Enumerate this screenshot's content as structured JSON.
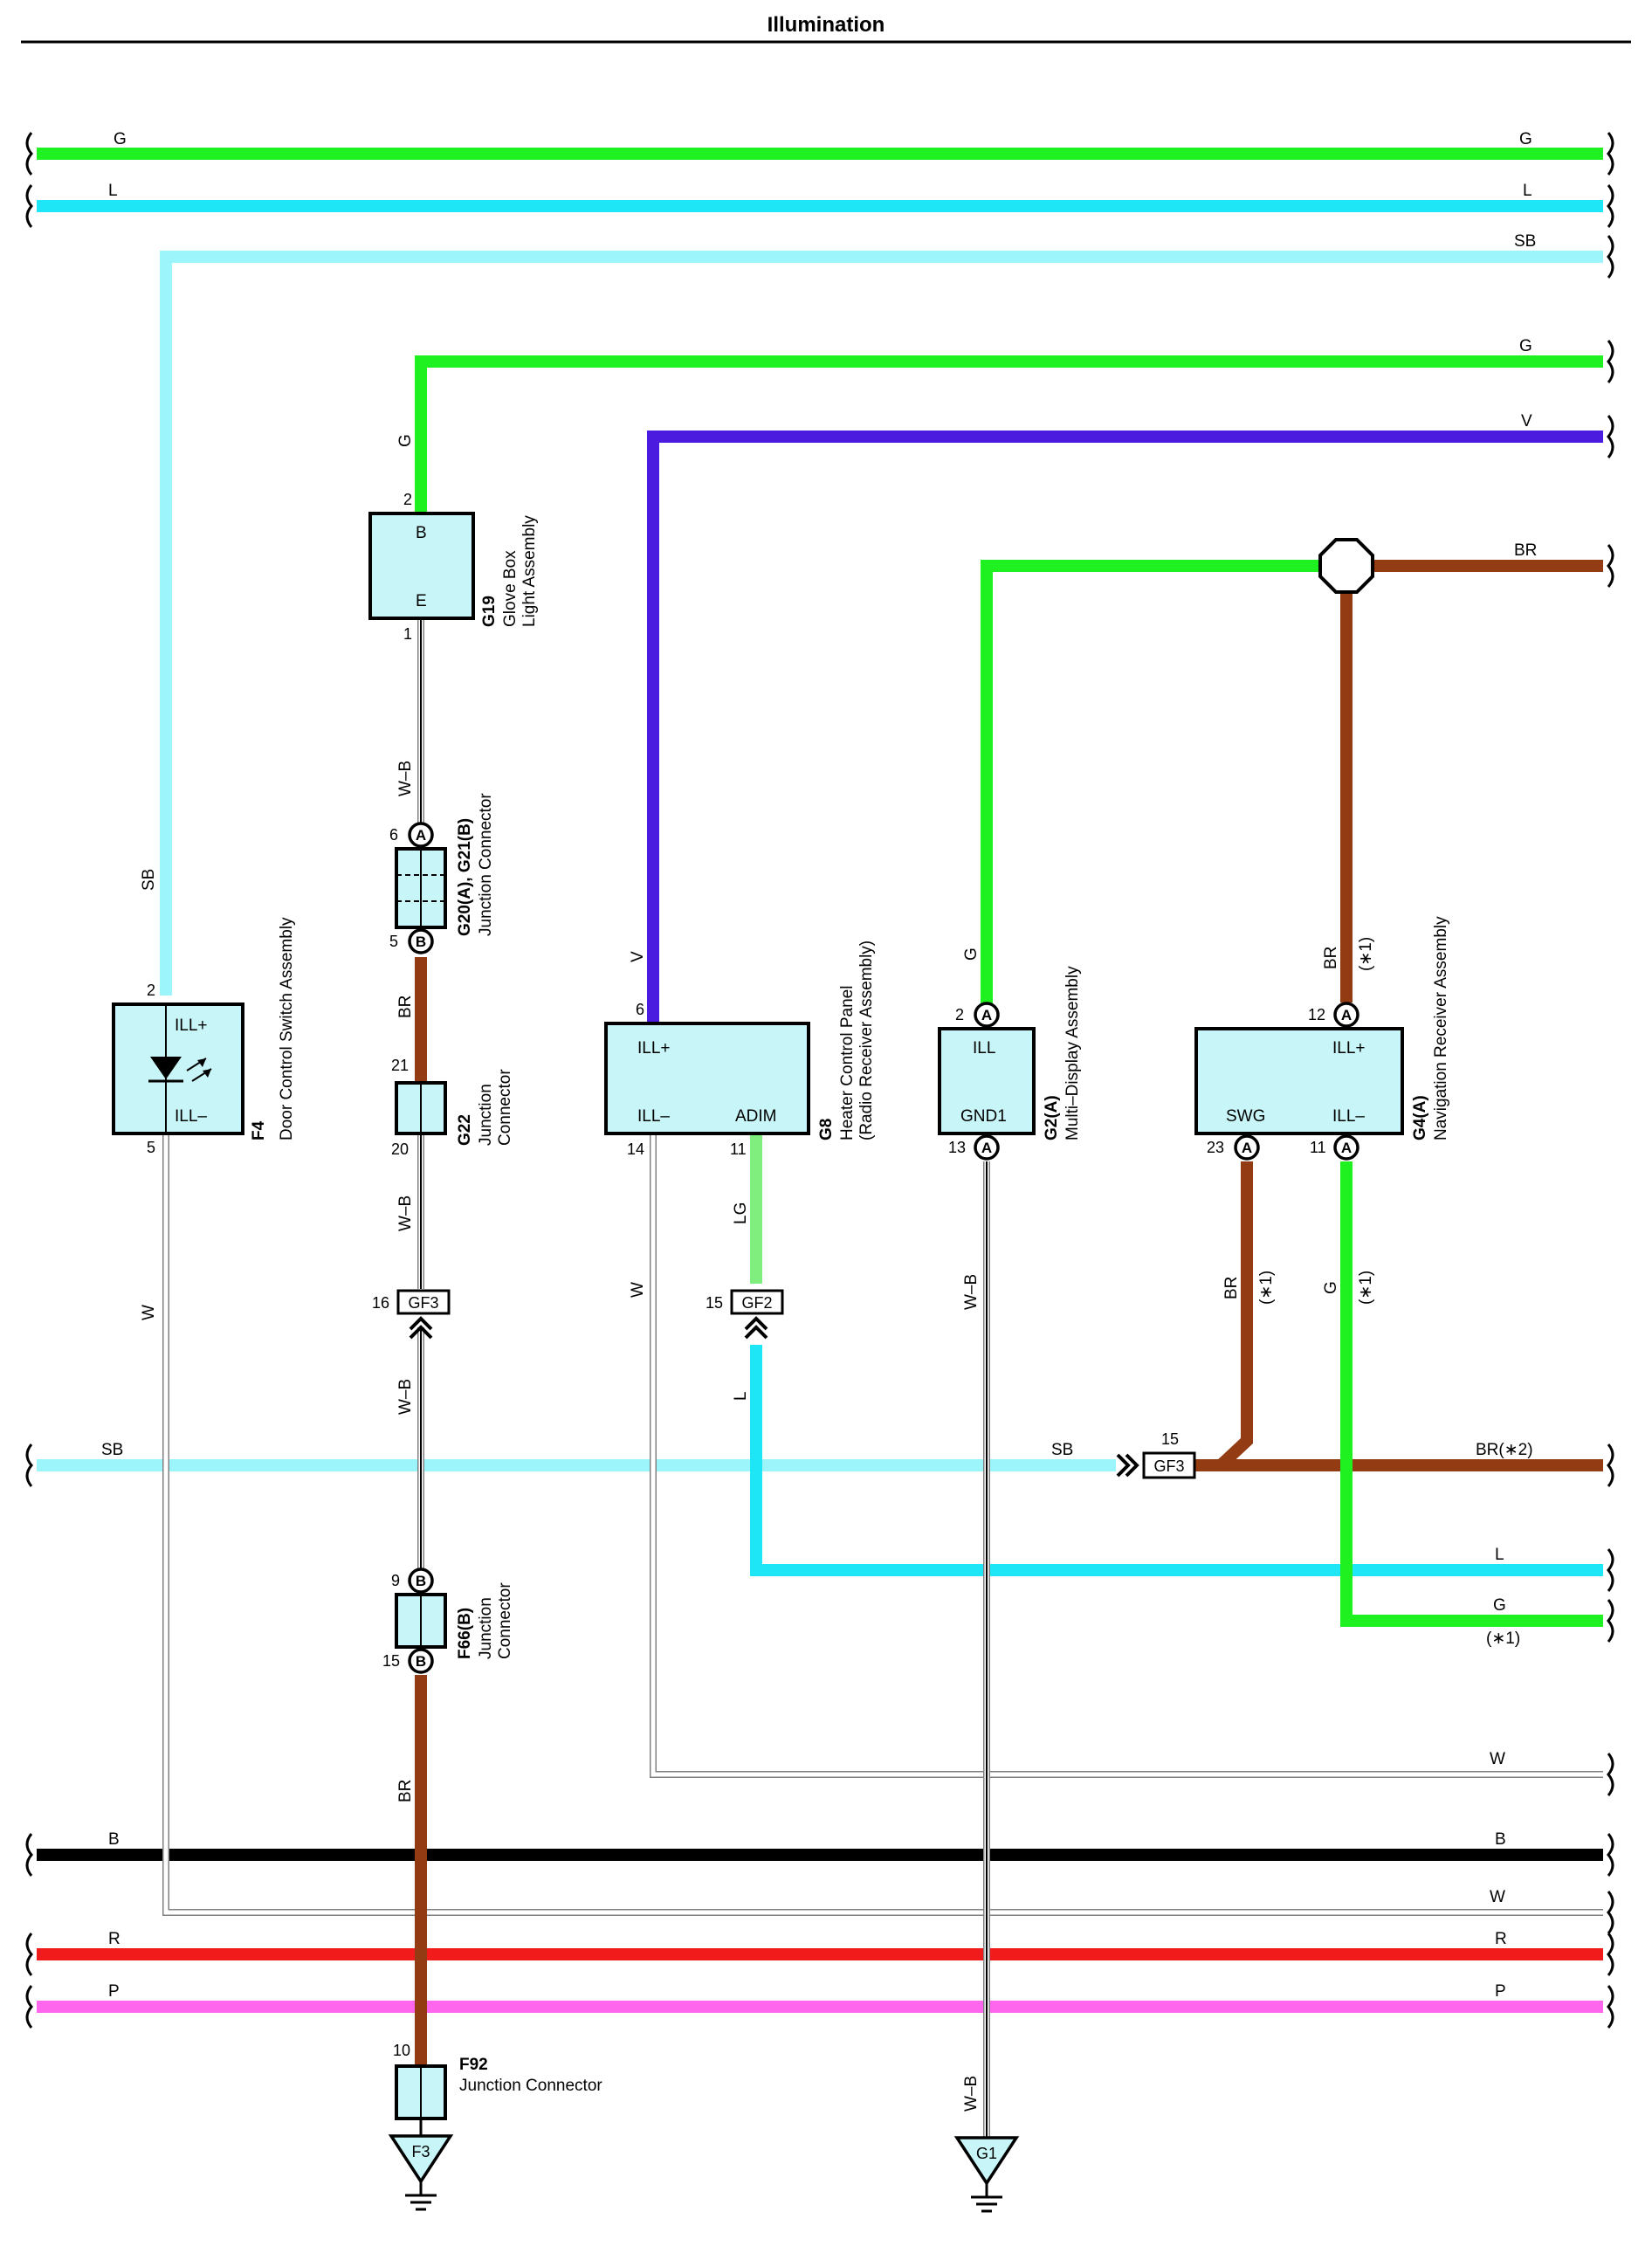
{
  "page": {
    "title": "Illumination"
  },
  "colors": {
    "G": "#1ff01f",
    "L": "#1ee6f7",
    "SB": "#9cf5fa",
    "V": "#4b1be0",
    "BR": "#933b12",
    "LG": "#7fee7f",
    "B": "#000000",
    "R": "#f21b1b",
    "P": "#ff66ee",
    "W": "#a0a0a0",
    "box": "#c8f6f8"
  },
  "wires": {
    "G": "G",
    "L": "L",
    "SB": "SB",
    "V": "V",
    "BR": "BR",
    "BR2": "BR(∗2)",
    "W": "W",
    "WB": "W–B",
    "B": "B",
    "R": "R",
    "P": "P",
    "LG": "LG",
    "note1": "(∗1)"
  },
  "components": {
    "f4": {
      "code": "F4",
      "name": "Door Control Switch Assembly",
      "pin_top": "2",
      "pin_bottom": "5",
      "term_top": "ILL+",
      "term_bottom": "ILL–"
    },
    "g19": {
      "code": "G19",
      "name1": "Glove Box",
      "name2": "Light Assembly",
      "pin_top": "2",
      "pin_bottom": "1",
      "term_top": "B",
      "term_bottom": "E"
    },
    "g20": {
      "code": "G20(A), G21(B)",
      "name": "Junction Connector",
      "pin_top": "6",
      "pin_bottom": "5",
      "tag_top": "A",
      "tag_bottom": "B"
    },
    "g22": {
      "code": "G22",
      "name1": "Junction",
      "name2": "Connector",
      "pin_top": "21",
      "pin_bottom": "20"
    },
    "gf3a": {
      "tag": "GF3",
      "pin": "16"
    },
    "f66": {
      "code": "F66(B)",
      "name1": "Junction",
      "name2": "Connector",
      "pin_top": "9",
      "pin_bottom": "15",
      "tag": "B"
    },
    "f92": {
      "code": "F92",
      "name": "Junction Connector",
      "pin": "10"
    },
    "f3": {
      "tag": "F3"
    },
    "g8": {
      "code": "G8",
      "name1": "Heater Control Panel",
      "name2": "(Radio Receiver Assembly)",
      "pin_top": "6",
      "pin_ill_minus": "14",
      "pin_adim": "11",
      "term_top": "ILL+",
      "term_ill_minus": "ILL–",
      "term_adim": "ADIM"
    },
    "gf2": {
      "tag": "GF2",
      "pin": "15"
    },
    "g2": {
      "code": "G2(A)",
      "name": "Multi–Display Assembly",
      "pin_top": "2",
      "pin_bottom": "13",
      "term_top": "ILL",
      "term_bottom": "GND1",
      "tag": "A"
    },
    "g1": {
      "tag": "G1"
    },
    "g4": {
      "code": "G4(A)",
      "name": "Navigation Receiver Assembly",
      "pin_top": "12",
      "pin_swg": "23",
      "pin_ill_minus": "11",
      "term_top": "ILL+",
      "term_swg": "SWG",
      "term_ill_minus": "ILL–",
      "tag": "A"
    },
    "gf3b": {
      "tag": "GF3",
      "pin": "15"
    }
  }
}
